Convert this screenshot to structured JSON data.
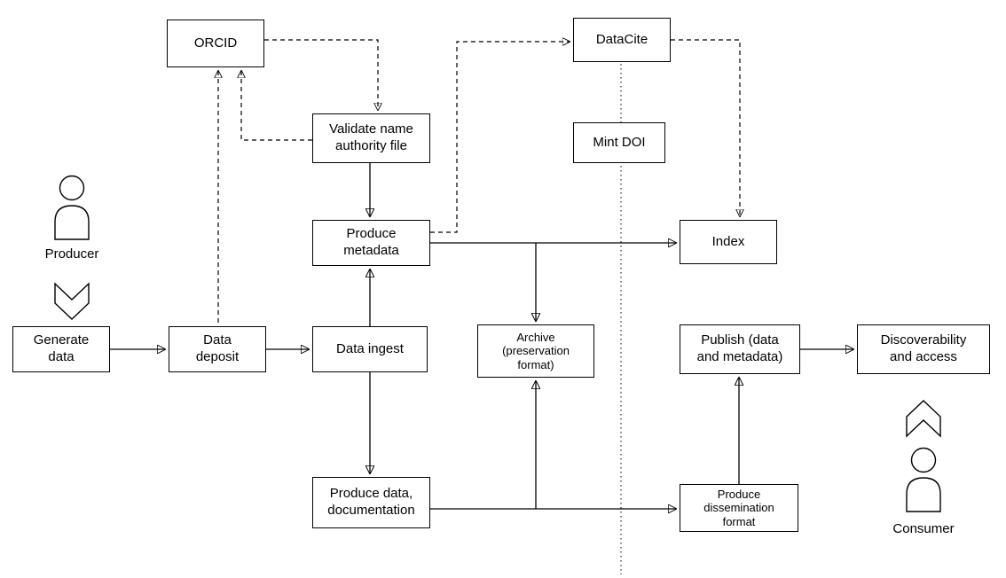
{
  "diagram": {
    "nodes": {
      "orcid": {
        "label": "ORCID"
      },
      "datacite": {
        "label": "DataCite"
      },
      "validate_name_authority": {
        "label": "Validate name\nauthority file"
      },
      "mint_doi": {
        "label": "Mint DOI"
      },
      "produce_metadata": {
        "label": "Produce\nmetadata"
      },
      "index": {
        "label": "Index"
      },
      "generate_data": {
        "label": "Generate\ndata"
      },
      "data_deposit": {
        "label": "Data\ndeposit"
      },
      "data_ingest": {
        "label": "Data ingest"
      },
      "archive": {
        "label": "Archive\n(preservation\nformat)"
      },
      "publish": {
        "label": "Publish (data\nand metadata)"
      },
      "discoverability": {
        "label": "Discoverability\nand access"
      },
      "produce_data_documentation": {
        "label": "Produce data,\ndocumentation"
      },
      "produce_dissemination_format": {
        "label": "Produce\ndissemination\nformat"
      }
    },
    "actors": {
      "producer": {
        "label": "Producer"
      },
      "consumer": {
        "label": "Consumer"
      }
    },
    "edges": [
      {
        "from": "generate_data",
        "to": "data_deposit",
        "style": "solid"
      },
      {
        "from": "data_deposit",
        "to": "data_ingest",
        "style": "solid"
      },
      {
        "from": "data_ingest",
        "to": "produce_metadata",
        "style": "solid"
      },
      {
        "from": "validate_name_authority",
        "to": "produce_metadata",
        "style": "solid"
      },
      {
        "from": "produce_metadata",
        "to": "index",
        "style": "solid"
      },
      {
        "from": "produce_metadata",
        "to": "archive",
        "style": "solid"
      },
      {
        "from": "data_ingest",
        "to": "produce_data_documentation",
        "style": "solid"
      },
      {
        "from": "produce_data_documentation",
        "to": "produce_dissemination_format",
        "style": "solid"
      },
      {
        "from": "produce_data_documentation",
        "to": "archive",
        "style": "solid"
      },
      {
        "from": "produce_dissemination_format",
        "to": "publish",
        "style": "solid"
      },
      {
        "from": "publish",
        "to": "discoverability",
        "style": "solid"
      },
      {
        "from": "orcid",
        "to": "validate_name_authority",
        "style": "dashed"
      },
      {
        "from": "validate_name_authority",
        "to": "orcid",
        "style": "dashed"
      },
      {
        "from": "data_deposit",
        "to": "orcid",
        "style": "dashed"
      },
      {
        "from": "produce_metadata",
        "to": "datacite",
        "style": "dashed"
      },
      {
        "from": "datacite",
        "to": "index",
        "style": "dashed"
      }
    ],
    "colors": {
      "stroke": "#000000",
      "box_fill": "#ffffff",
      "background": "#ffffff"
    }
  }
}
